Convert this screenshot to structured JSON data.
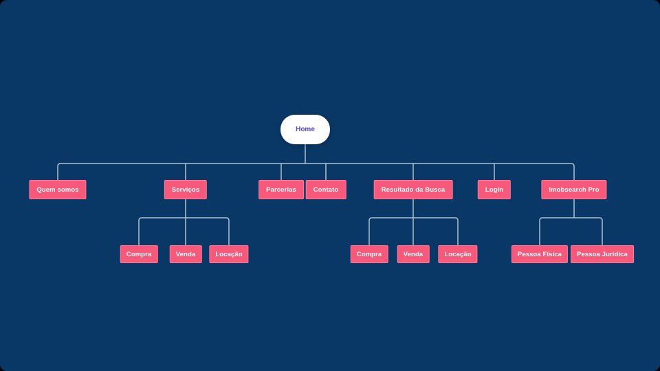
{
  "colors": {
    "bg": "#0a3866",
    "node_pink": "#f8587a",
    "node_border": "#ff7d98",
    "home_bg": "#ffffff",
    "home_text": "#4f46e5",
    "line": "#aec1d2",
    "node_text": "#ffffff"
  },
  "tree": {
    "root": {
      "label": "Home"
    },
    "level2": [
      {
        "label": "Quem somos"
      },
      {
        "label": "Serviços"
      },
      {
        "label": "Parcerias"
      },
      {
        "label": "Contato"
      },
      {
        "label": "Resultado da Busca"
      },
      {
        "label": "Login"
      },
      {
        "label": "Imobsearch Pro"
      }
    ],
    "servicos_children": [
      {
        "label": "Compra"
      },
      {
        "label": "Venda"
      },
      {
        "label": "Locação"
      }
    ],
    "resultado_children": [
      {
        "label": "Compra"
      },
      {
        "label": "Venda"
      },
      {
        "label": "Locação"
      }
    ],
    "imobsearch_children": [
      {
        "label": "Pessoa Física"
      },
      {
        "label": "Pessoa Jurídica"
      }
    ]
  }
}
